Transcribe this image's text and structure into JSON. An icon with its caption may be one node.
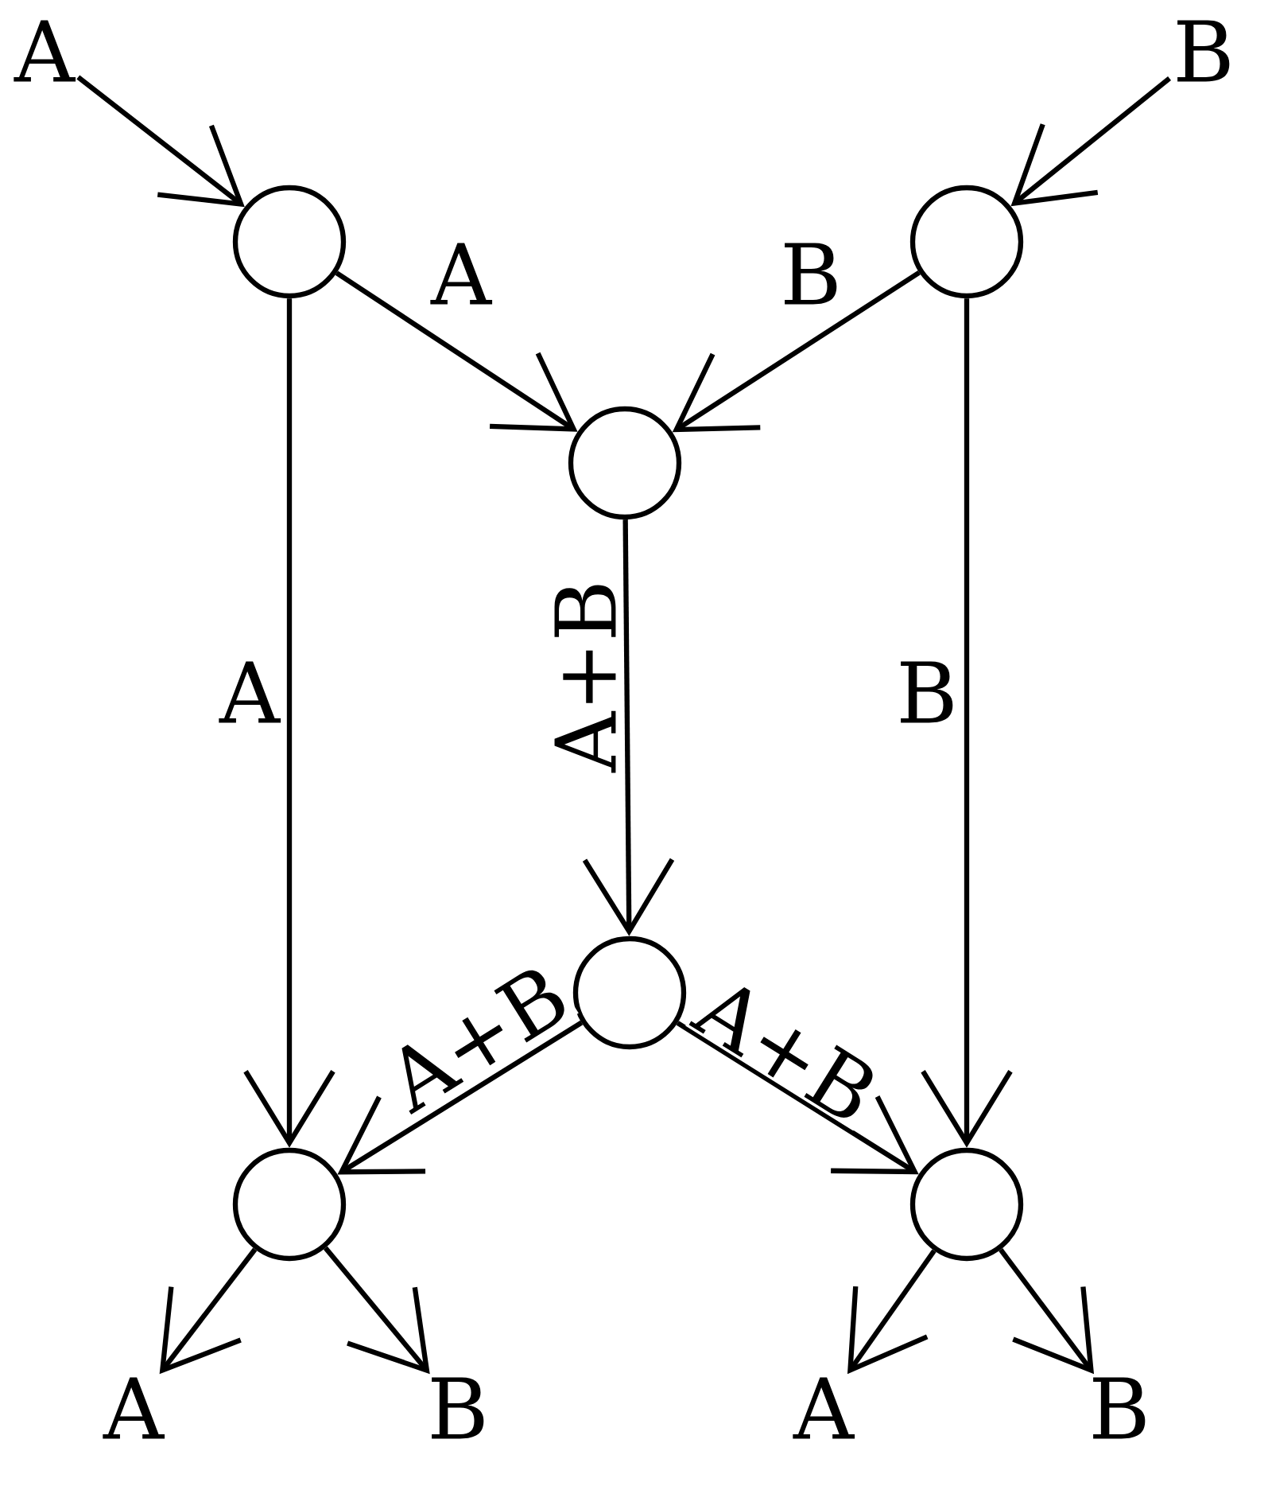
{
  "diagram": {
    "nodes": [
      {
        "text": [
          "A"
        ]
      },
      {
        "text": [
          "B"
        ]
      },
      {
        "text": [],
        "shape": "circle"
      },
      {
        "text": [],
        "shape": "circle"
      },
      {
        "text": [],
        "shape": "circle"
      },
      {
        "text": [],
        "shape": "circle"
      },
      {
        "text": [],
        "shape": "circle"
      },
      {
        "text": [],
        "shape": "circle"
      },
      {
        "text": [
          "A"
        ]
      },
      {
        "text": [
          "B"
        ]
      },
      {
        "text": [
          "A"
        ]
      },
      {
        "text": [
          "B"
        ]
      }
    ],
    "edges": [
      {
        "from": 0,
        "to": 2,
        "arrow": "to"
      },
      {
        "from": 1,
        "to": 3,
        "arrow": "to"
      },
      {
        "from": 2,
        "to": 4,
        "arrow": "to",
        "label": "A"
      },
      {
        "from": 3,
        "to": 4,
        "arrow": "to",
        "label": "B"
      },
      {
        "from": 2,
        "to": 6,
        "arrow": "to",
        "label": "A"
      },
      {
        "from": 3,
        "to": 7,
        "arrow": "to",
        "label": "B"
      },
      {
        "from": 4,
        "to": 5,
        "arrow": "to",
        "label": "A+B"
      },
      {
        "from": 5,
        "to": 6,
        "arrow": "to",
        "label": "A+B"
      },
      {
        "from": 5,
        "to": 7,
        "arrow": "to",
        "label": "A+B"
      },
      {
        "from": 6,
        "to": 8,
        "arrow": "to"
      },
      {
        "from": 6,
        "to": 9,
        "arrow": "to"
      },
      {
        "from": 7,
        "to": 10,
        "arrow": "to"
      },
      {
        "from": 7,
        "to": 11,
        "arrow": "to"
      }
    ]
  }
}
